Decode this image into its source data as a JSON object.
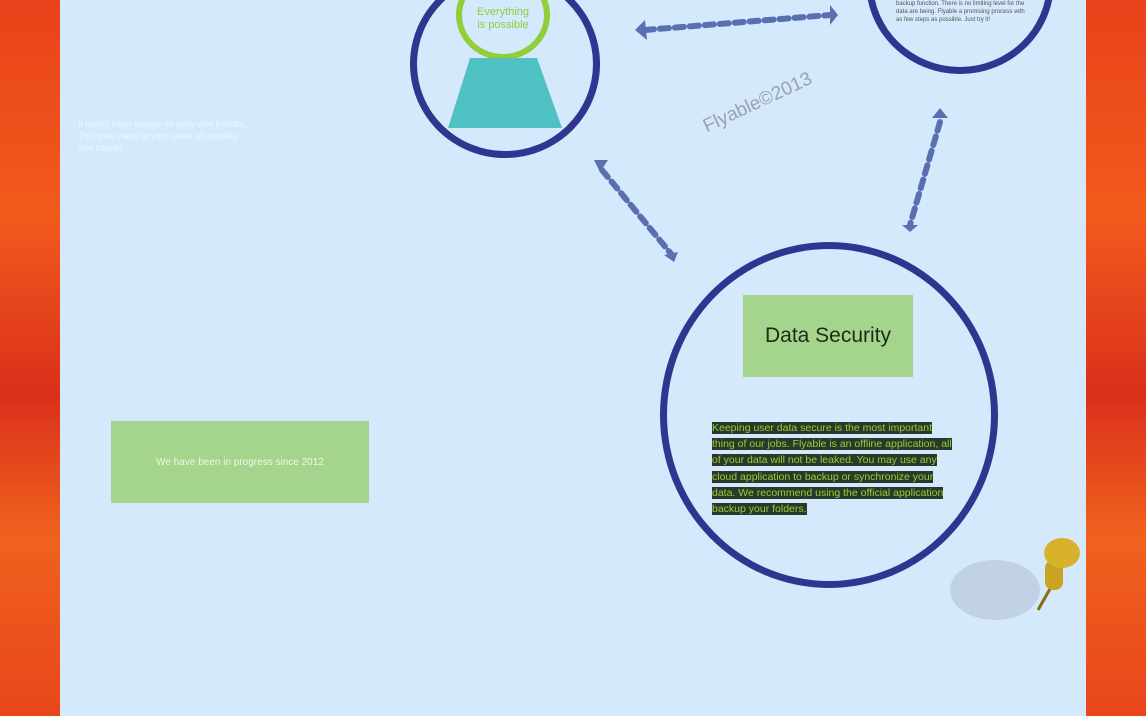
{
  "intro_text": "It hasn't been always so easy and friendly. This was made to your ideas of usability and beauty.",
  "top_circle": {
    "title": "Everything is possible"
  },
  "top_right_circle": {
    "text": "backup function. There is no limiting level for the data are being. Flyable a promising process with as few steps as possible. Just try it!"
  },
  "watermark": "Flyable©2013",
  "progress_box": {
    "text": "We have been in progress since 2012"
  },
  "data_security": {
    "title": "Data Security",
    "body": "Keeping user data secure is the most important thing of our jobs. Flyable is an offline application, all of your data will not be leaked. You may use any cloud application to backup or synchronize your data. We recommend using the official application backup your folders."
  },
  "colors": {
    "ring": "#2e3690",
    "green_box": "#a5d48c",
    "teal": "#4fc1c4",
    "lime": "#8fcf3a"
  }
}
